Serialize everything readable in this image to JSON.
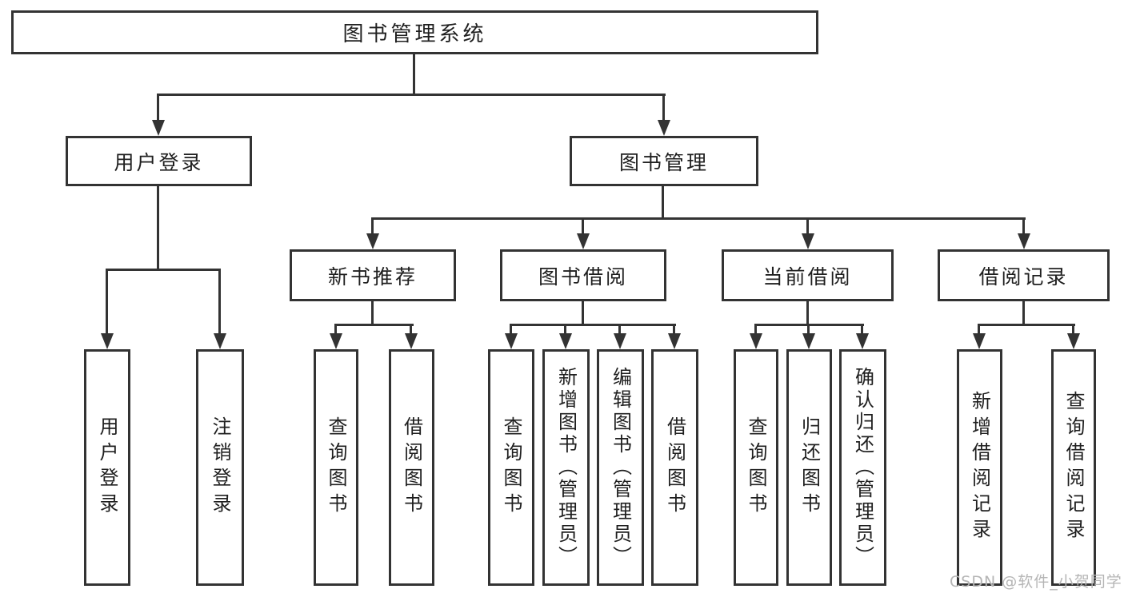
{
  "tree": {
    "root": {
      "label": "图书管理系统"
    },
    "branches": [
      {
        "label": "用户登录",
        "leaves": [
          "用户登录",
          "注销登录"
        ]
      },
      {
        "label": "图书管理",
        "groups": [
          {
            "label": "新书推荐",
            "leaves": [
              "查询图书",
              "借阅图书"
            ]
          },
          {
            "label": "图书借阅",
            "leaves": [
              "查询图书",
              "新增图书（管理员）",
              "编辑图书（管理员）",
              "借阅图书"
            ]
          },
          {
            "label": "当前借阅",
            "leaves": [
              "查询图书",
              "归还图书",
              "确认归还（管理员）"
            ]
          },
          {
            "label": "借阅记录",
            "leaves": [
              "新增借阅记录",
              "查询借阅记录"
            ]
          }
        ]
      }
    ]
  },
  "watermark": "CSDN @软件_小贺同学",
  "colors": {
    "line": "#333333",
    "text": "#1f1f1f",
    "watermark": "#b5b5b5",
    "background": "#ffffff"
  }
}
